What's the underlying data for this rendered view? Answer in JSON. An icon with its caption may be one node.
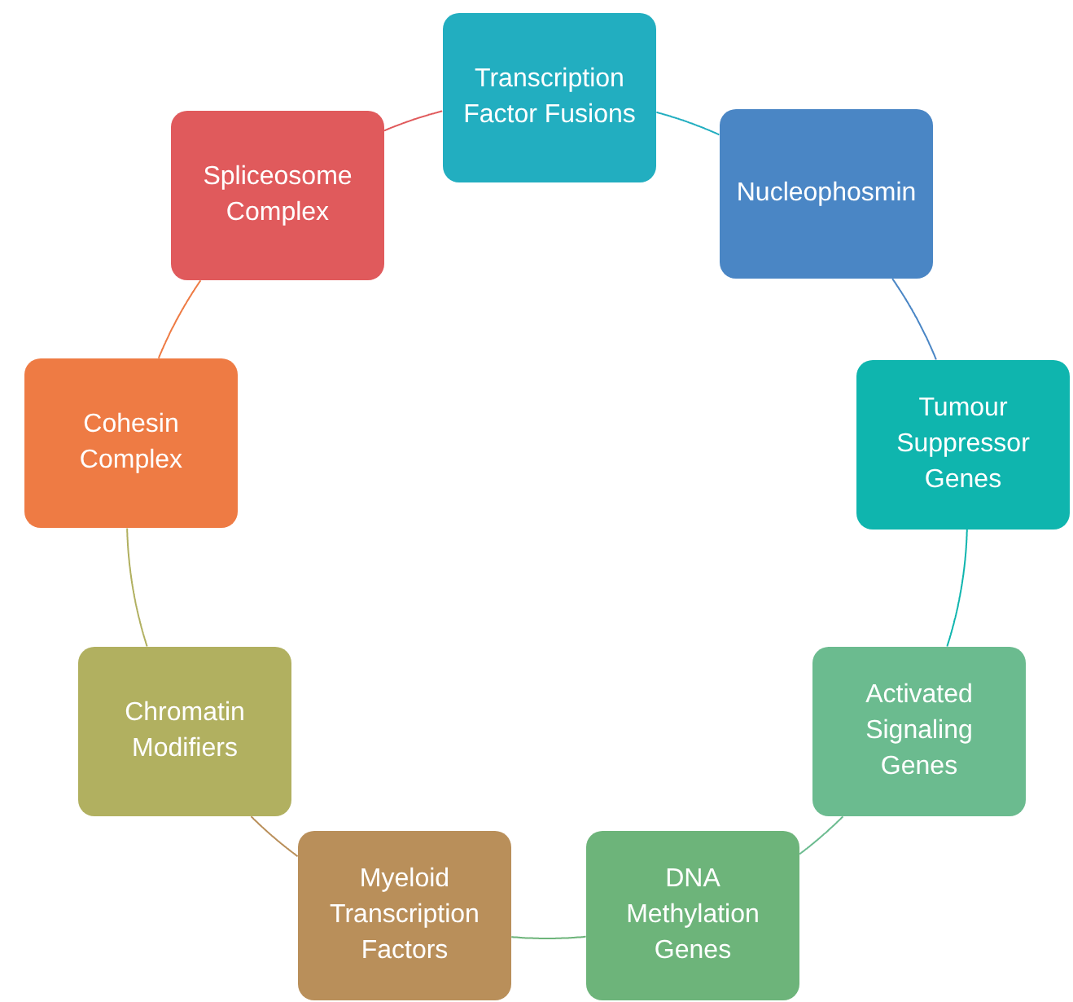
{
  "diagram": {
    "nodes": [
      {
        "text": [
          "Transcription Factor Fusions"
        ]
      },
      {
        "text": [
          "Nucleophosmin"
        ]
      },
      {
        "text": [
          "Tumour Suppressor Genes"
        ]
      },
      {
        "text": [
          "Activated Signaling Genes"
        ]
      },
      {
        "text": [
          "DNA Methylation Genes"
        ]
      },
      {
        "text": [
          "Myeloid Transcription Factors"
        ]
      },
      {
        "text": [
          "Chromatin Modifiers"
        ]
      },
      {
        "text": [
          "Cohesin Complex"
        ]
      },
      {
        "text": [
          "Spliceosome Complex"
        ]
      }
    ],
    "edges": [
      {
        "from": 0,
        "to": 1,
        "arrow": "none",
        "color": "#22aec0"
      },
      {
        "from": 1,
        "to": 2,
        "arrow": "none",
        "color": "#4a86c5"
      },
      {
        "from": 2,
        "to": 3,
        "arrow": "none",
        "color": "#0fb5ae"
      },
      {
        "from": 3,
        "to": 4,
        "arrow": "none",
        "color": "#6bbb8f"
      },
      {
        "from": 4,
        "to": 5,
        "arrow": "none",
        "color": "#6db47a"
      },
      {
        "from": 5,
        "to": 6,
        "arrow": "none",
        "color": "#b98f5a"
      },
      {
        "from": 6,
        "to": 7,
        "arrow": "none",
        "color": "#b1b060"
      },
      {
        "from": 7,
        "to": 8,
        "arrow": "none",
        "color": "#ee7b44"
      },
      {
        "from": 8,
        "to": 0,
        "arrow": "none",
        "color": "#e05a5c"
      }
    ]
  }
}
